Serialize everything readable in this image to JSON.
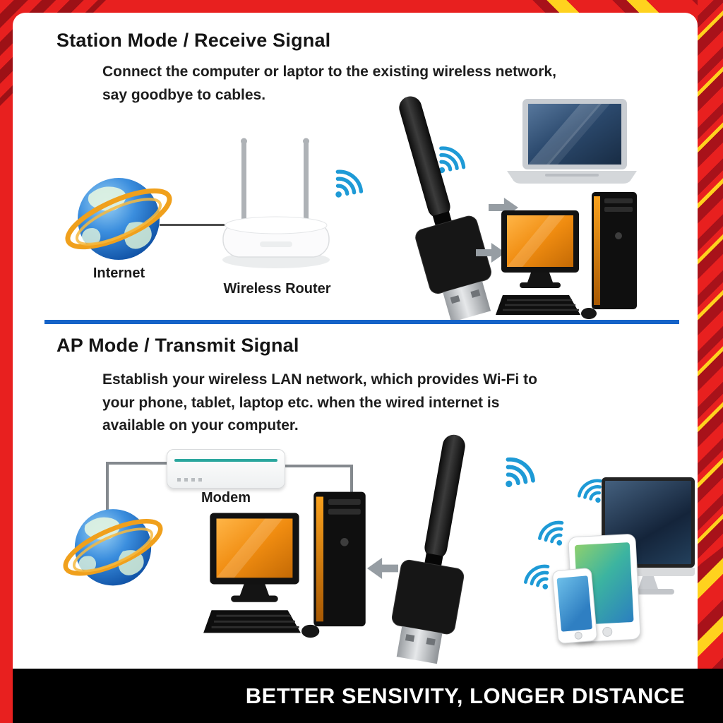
{
  "sections": {
    "station": {
      "title": "Station Mode / Receive Signal",
      "description": "Connect the computer or laptor to the existing wireless network,\nsay goodbye to cables.",
      "labels": {
        "internet": "Internet",
        "router": "Wireless Router"
      }
    },
    "ap": {
      "title": "AP Mode / Transmit Signal",
      "description": "Establish your wireless LAN network, which provides Wi-Fi to\nyour phone, tablet, laptop etc. when the wired internet is\navailable on your computer.",
      "labels": {
        "modem": "Modem"
      }
    }
  },
  "footer": {
    "tagline": "BETTER SENSIVITY, LONGER DISTANCE"
  },
  "icons": {
    "wifi": "wifi-signal-icon",
    "arrow_right": "arrow-right-icon",
    "arrow_left": "arrow-left-icon",
    "globe": "internet-globe-icon"
  },
  "colors": {
    "frame_red": "#e8201f",
    "frame_dark_red": "#9d1116",
    "frame_yellow": "#ffd21e",
    "divider_blue": "#1563c8",
    "wifi_blue": "#1e9ad6",
    "screen_orange": "#f08c10",
    "footer_bg": "#000000"
  }
}
